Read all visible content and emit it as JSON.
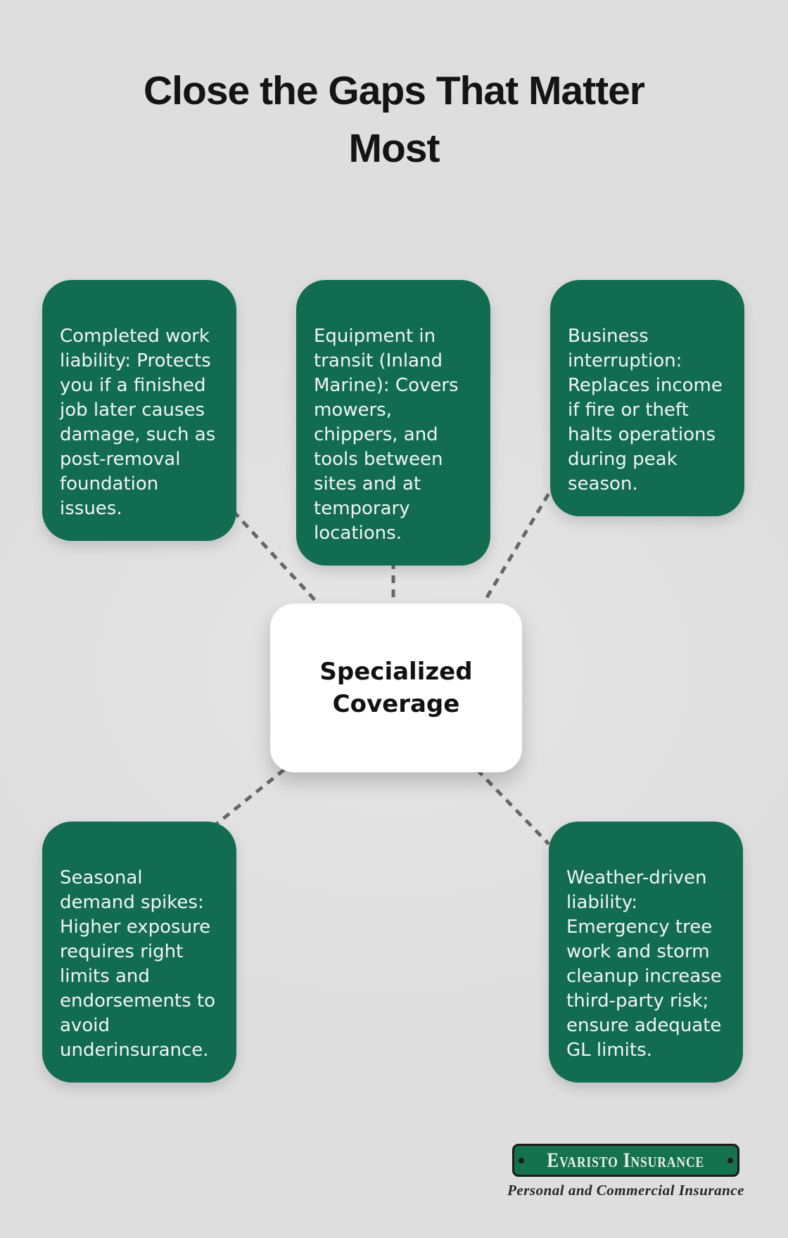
{
  "title": "Close the Gaps That Matter\nMost",
  "center": {
    "label": "Specialized\nCoverage"
  },
  "nodes": [
    {
      "id": "completed-work-liability",
      "text": "Completed work\nliability: Protects\nyou if a finished\njob later causes\ndamage, such as\npost-removal\nfoundation\nissues."
    },
    {
      "id": "equipment-in-transit",
      "text": "Equipment in\ntransit (Inland\nMarine): Covers\nmowers,\nchippers, and\ntools between\nsites and at\ntemporary\nlocations."
    },
    {
      "id": "business-interruption",
      "text": "Business\ninterruption:\nReplaces income\nif fire or theft\nhalts operations\nduring peak\nseason."
    },
    {
      "id": "seasonal-demand-spikes",
      "text": "Seasonal\ndemand spikes:\nHigher exposure\nrequires right\nlimits and\nendorsements to\navoid\nunderinsurance."
    },
    {
      "id": "weather-driven-liability",
      "text": "Weather-driven\nliability:\nEmergency tree\nwork and storm\ncleanup increase\nthird-party risk;\nensure adequate\nGL limits."
    }
  ],
  "logo": {
    "name": "Evaristo Insurance",
    "tagline": "Personal and Commercial Insurance"
  },
  "colors": {
    "background": "#dedede",
    "node_green": "#126c52",
    "node_text": "#f2f5f3",
    "title_black": "#141414",
    "connector_gray": "#676767",
    "center_box_white": "#ffffff",
    "logo_plaque_green": "#15724e",
    "logo_border_black": "#1b1b1b"
  }
}
